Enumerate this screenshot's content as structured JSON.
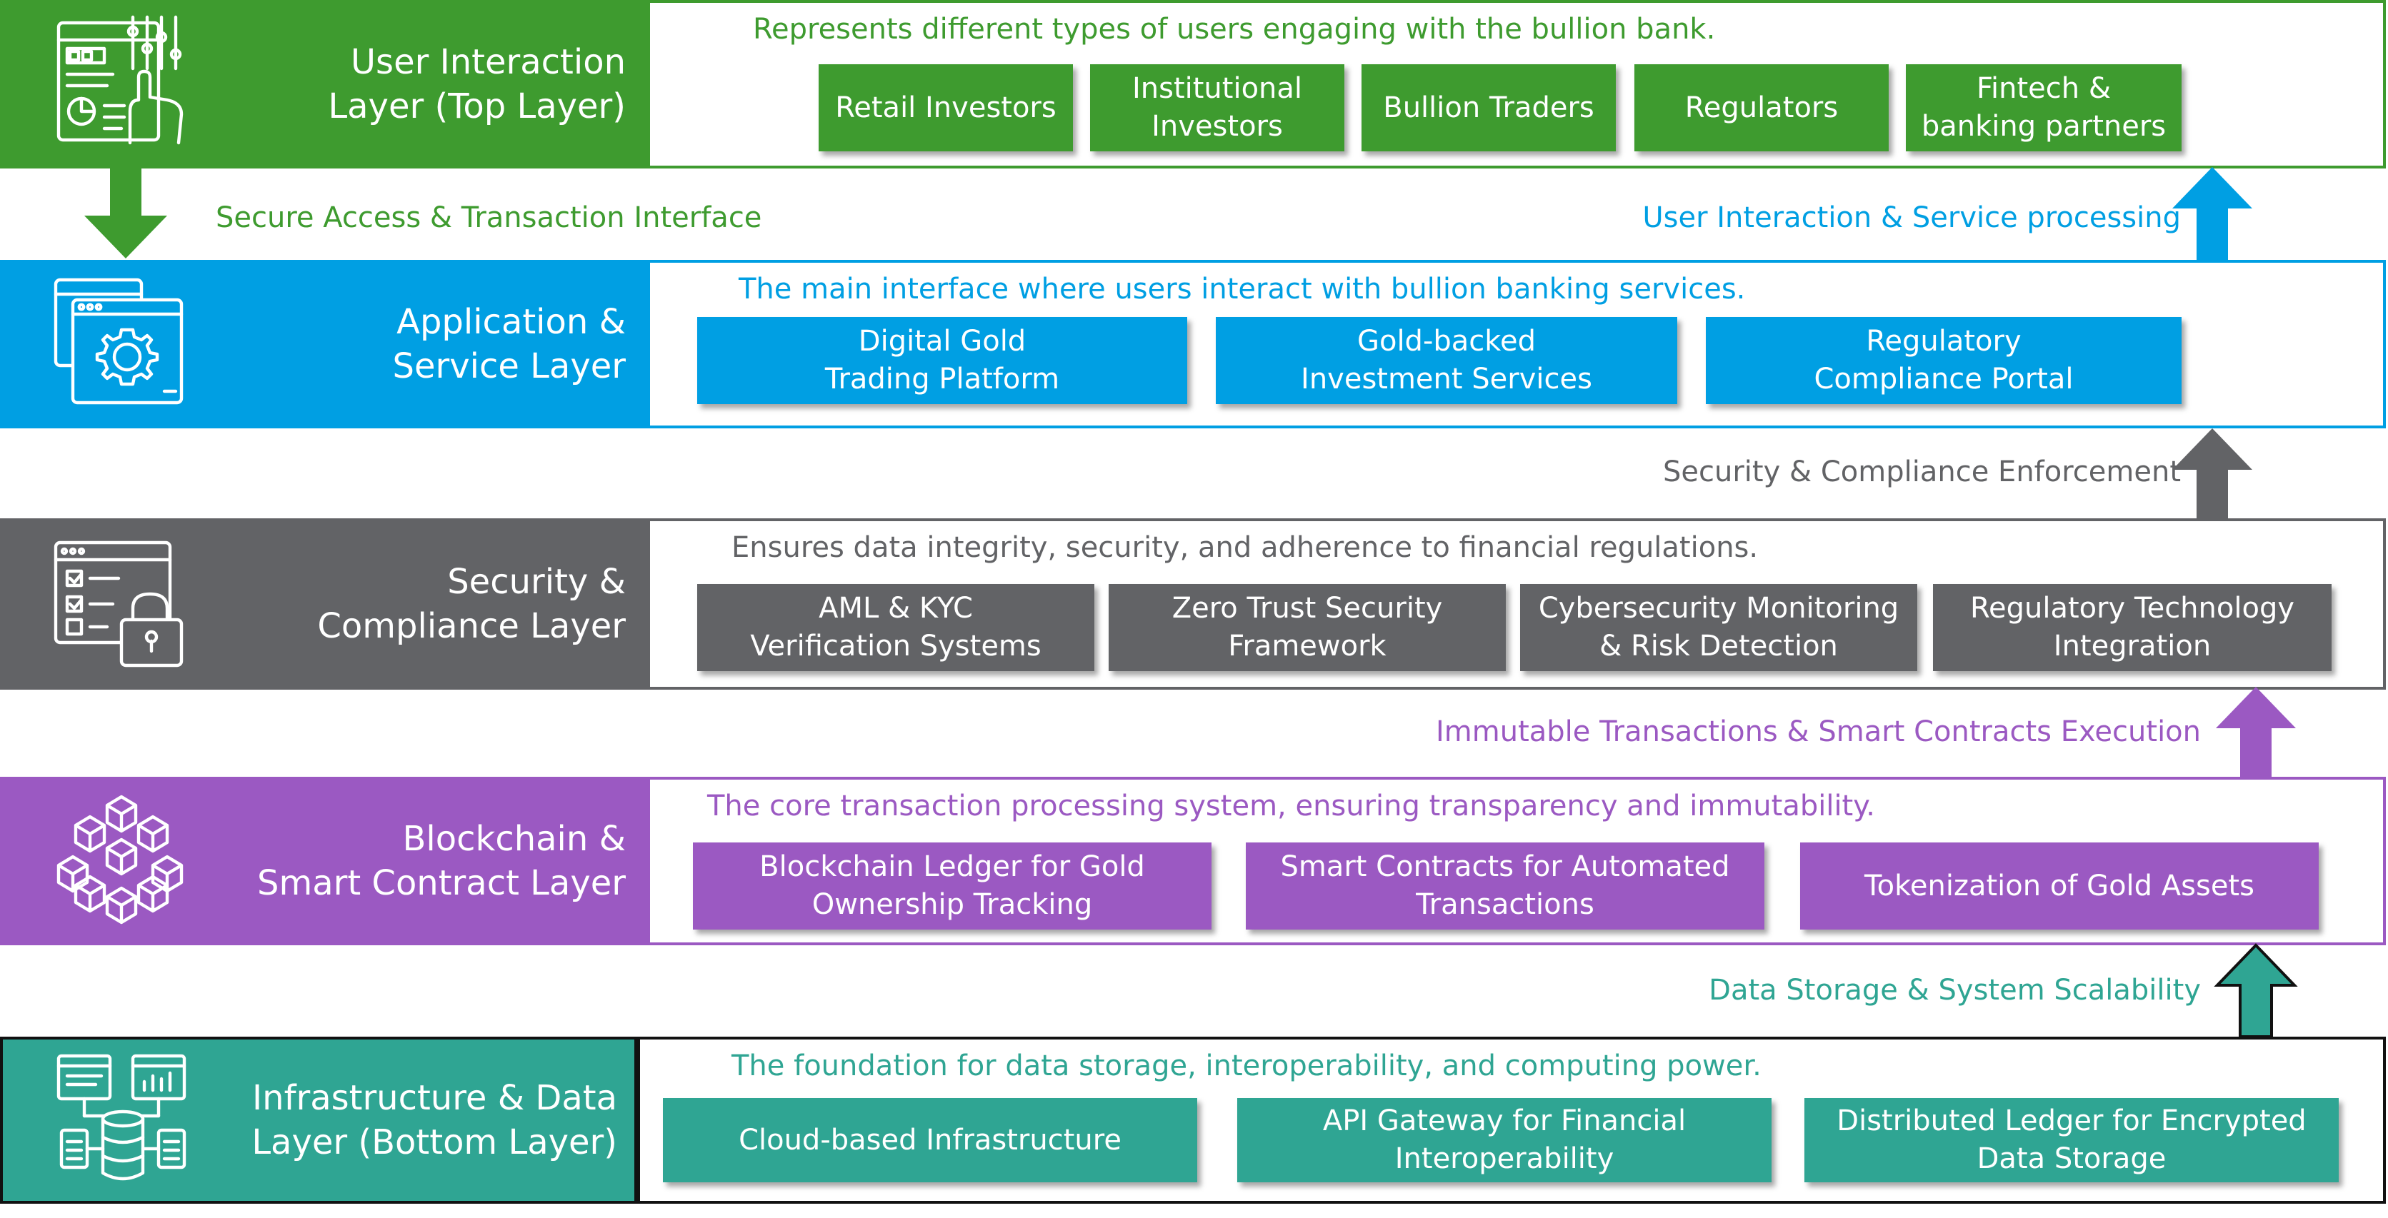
{
  "colors": {
    "green": "#3e9b2f",
    "blue": "#009fe3",
    "gray": "#626366",
    "purple": "#9b59c2",
    "teal": "#2fa593"
  },
  "layers": [
    {
      "title": "User Interaction\nLayer (Top Layer)",
      "icon": "dashboard-hand-icon",
      "description": "Represents different types of users engaging with the bullion bank.",
      "boxes": [
        "Retail Investors",
        "Institutional\nInvestors",
        "Bullion Traders",
        "Regulators",
        "Fintech &\nbanking partners"
      ]
    },
    {
      "title": "Application &\nService Layer",
      "icon": "app-gear-icon",
      "description": "The main interface where users interact with bullion banking services.",
      "boxes": [
        "Digital Gold\nTrading Platform",
        "Gold-backed\nInvestment Services",
        "Regulatory\nCompliance Portal"
      ]
    },
    {
      "title": "Security &\nCompliance Layer",
      "icon": "checklist-lock-icon",
      "description": "Ensures data integrity, security, and adherence to financial regulations.",
      "boxes": [
        "AML & KYC\nVerification Systems",
        "Zero Trust Security\nFramework",
        "Cybersecurity Monitoring\n& Risk Detection",
        "Regulatory Technology\nIntegration"
      ]
    },
    {
      "title": "Blockchain &\nSmart Contract Layer",
      "icon": "blockchain-cubes-icon",
      "description": "The core transaction processing system, ensuring transparency and immutability.",
      "boxes": [
        "Blockchain Ledger for Gold\nOwnership Tracking",
        "Smart Contracts for Automated\nTransactions",
        "Tokenization of Gold Assets"
      ]
    },
    {
      "title": "Infrastructure & Data\nLayer (Bottom Layer)",
      "icon": "server-database-icon",
      "description": "The foundation for data storage, interoperability, and computing power.",
      "boxes": [
        "Cloud-based Infrastructure",
        "API Gateway for Financial\nInteroperability",
        "Distributed Ledger for Encrypted\nData Storage"
      ]
    }
  ],
  "connectors": {
    "down_label": "Secure Access & Transaction Interface",
    "up_labels": [
      "User Interaction & Service processing",
      "Security & Compliance Enforcement",
      "Immutable Transactions & Smart Contracts Execution",
      "Data Storage & System Scalability"
    ]
  }
}
